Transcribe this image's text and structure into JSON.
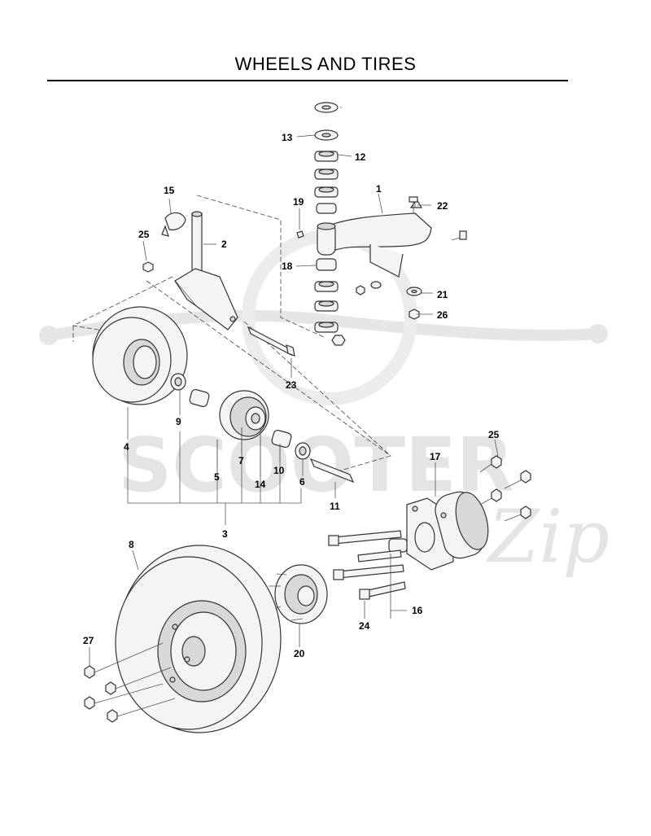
{
  "page": {
    "title": "WHEELS AND TIRES"
  },
  "watermark": {
    "brand": "SCOOTER",
    "script": "Zip"
  },
  "callouts": [
    {
      "id": "c1",
      "text": "1"
    },
    {
      "id": "c2",
      "text": "2"
    },
    {
      "id": "c3",
      "text": "3"
    },
    {
      "id": "c4",
      "text": "4"
    },
    {
      "id": "c5",
      "text": "5"
    },
    {
      "id": "c6",
      "text": "6"
    },
    {
      "id": "c7",
      "text": "7"
    },
    {
      "id": "c8",
      "text": "8"
    },
    {
      "id": "c9",
      "text": "9"
    },
    {
      "id": "c10",
      "text": "10"
    },
    {
      "id": "c11",
      "text": "11"
    },
    {
      "id": "c12",
      "text": "12"
    },
    {
      "id": "c13",
      "text": "13"
    },
    {
      "id": "c14",
      "text": "14"
    },
    {
      "id": "c15",
      "text": "15"
    },
    {
      "id": "c16",
      "text": "16"
    },
    {
      "id": "c17",
      "text": "17"
    },
    {
      "id": "c18",
      "text": "18"
    },
    {
      "id": "c19",
      "text": "19"
    },
    {
      "id": "c20",
      "text": "20"
    },
    {
      "id": "c21",
      "text": "21"
    },
    {
      "id": "c22",
      "text": "22"
    },
    {
      "id": "c23",
      "text": "23"
    },
    {
      "id": "c24",
      "text": "24"
    },
    {
      "id": "c25a",
      "text": "25"
    },
    {
      "id": "c25b",
      "text": "25"
    },
    {
      "id": "c26",
      "text": "26"
    },
    {
      "id": "c27",
      "text": "27"
    }
  ]
}
